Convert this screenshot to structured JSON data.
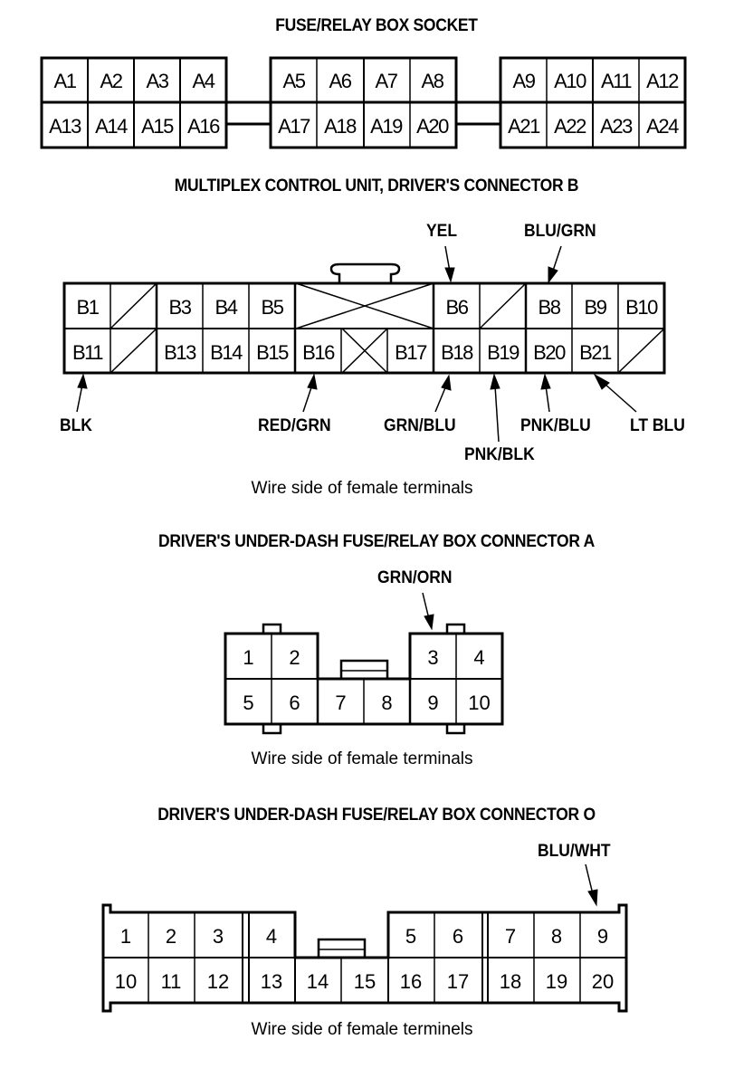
{
  "sections": {
    "socket": {
      "title": "FUSE/RELAY BOX SOCKET",
      "top_row": [
        "A1",
        "A2",
        "A3",
        "A4",
        "A5",
        "A6",
        "A7",
        "A8",
        "A9",
        "A10",
        "A11",
        "A12"
      ],
      "bottom_row": [
        "A13",
        "A14",
        "A15",
        "A16",
        "A17",
        "A18",
        "A19",
        "A20",
        "A21",
        "A22",
        "A23",
        "A24"
      ]
    },
    "connector_b": {
      "title": "MULTIPLEX CONTROL UNIT, DRIVER'S CONNECTOR B",
      "top_row": [
        "B1",
        "",
        "B3",
        "B4",
        "B5",
        "",
        "",
        "",
        "B6",
        "",
        "B8",
        "B9",
        "B10"
      ],
      "bottom_row": [
        "B11",
        "",
        "B13",
        "B14",
        "B15",
        "B16",
        "",
        "B17",
        "B18",
        "B19",
        "B20",
        "B21",
        ""
      ],
      "wires": {
        "yel": "YEL",
        "blu_grn": "BLU/GRN",
        "blk": "BLK",
        "red_grn": "RED/GRN",
        "grn_blu": "GRN/BLU",
        "pnk_blk": "PNK/BLK",
        "pnk_blu": "PNK/BLU",
        "lt_blu": "LT BLU"
      },
      "caption": "Wire side of female terminals"
    },
    "connector_a": {
      "title": "DRIVER'S UNDER-DASH FUSE/RELAY BOX CONNECTOR A",
      "top_row": [
        "1",
        "2",
        "",
        "",
        "3",
        "4"
      ],
      "bottom_row": [
        "5",
        "6",
        "7",
        "8",
        "9",
        "10"
      ],
      "wires": {
        "grn_orn": "GRN/ORN"
      },
      "caption": "Wire side of female terminals"
    },
    "connector_o": {
      "title": "DRIVER'S UNDER-DASH FUSE/RELAY BOX CONNECTOR O",
      "top_row": [
        "1",
        "2",
        "3",
        "4",
        "",
        "",
        "5",
        "6",
        "7",
        "8",
        "9"
      ],
      "bottom_row": [
        "10",
        "11",
        "12",
        "13",
        "14",
        "15",
        "16",
        "17",
        "18",
        "19",
        "20"
      ],
      "wires": {
        "blu_wht": "BLU/WHT"
      },
      "caption": "Wire side of female terminels"
    }
  }
}
